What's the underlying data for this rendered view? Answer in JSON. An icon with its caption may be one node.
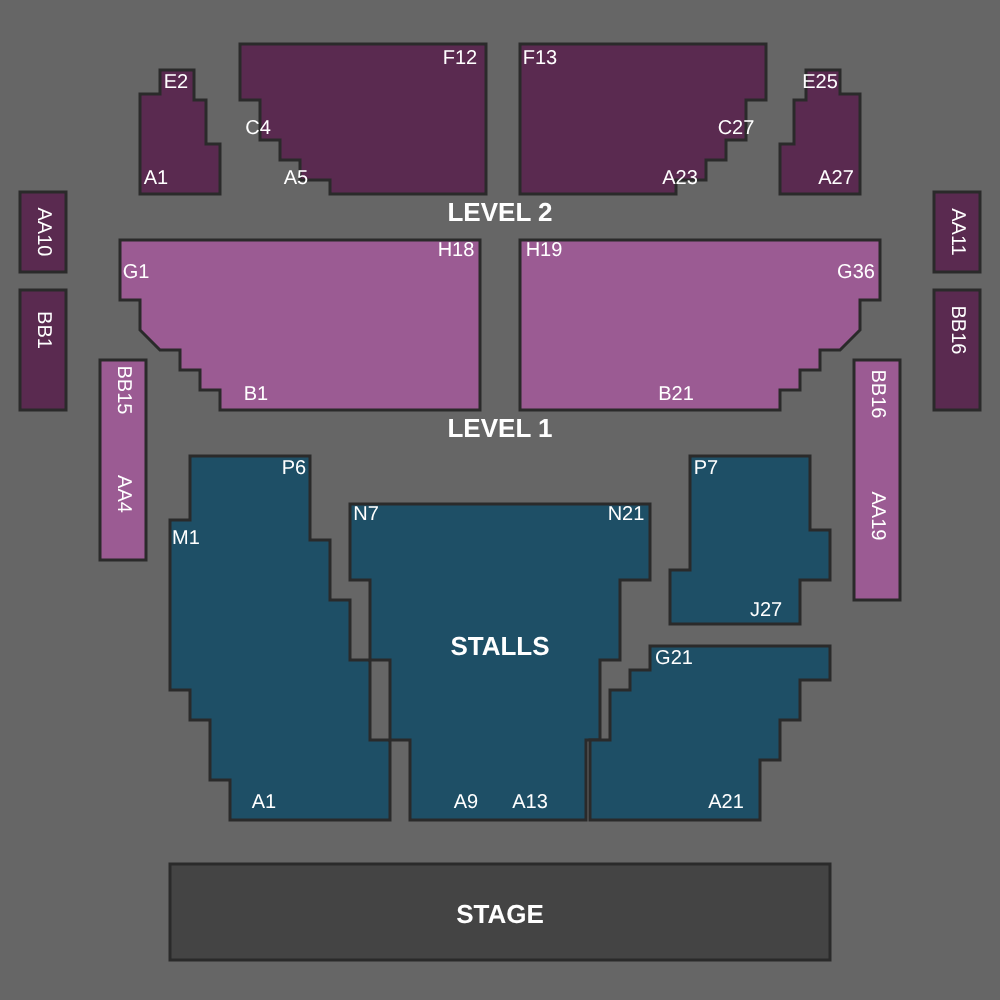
{
  "diagram": {
    "nodes": [
      {
        "text": [
          "E2",
          "A1"
        ]
      },
      {
        "text": [
          "F12",
          "C4",
          "A5"
        ]
      },
      {
        "text": [
          "F13",
          "C27",
          "A23"
        ]
      },
      {
        "text": [
          "E25",
          "A27"
        ]
      },
      {
        "text": [
          "AA10"
        ]
      },
      {
        "text": [
          "AA11"
        ]
      },
      {
        "text": [
          "G1",
          "H18",
          "B1"
        ]
      },
      {
        "text": [
          "H19",
          "G36",
          "B21"
        ]
      },
      {
        "text": [
          "BB1"
        ]
      },
      {
        "text": [
          "BB16"
        ]
      },
      {
        "text": [
          "BB15",
          "AA4"
        ]
      },
      {
        "text": [
          "BB16",
          "AA19"
        ]
      },
      {
        "text": [
          "P6",
          "M1",
          "A1"
        ]
      },
      {
        "text": [
          "N7",
          "N21",
          "STALLS",
          "A9",
          "A13"
        ]
      },
      {
        "text": [
          "P7",
          "J27"
        ]
      },
      {
        "text": [
          "G21",
          "A21"
        ]
      },
      {
        "text": [
          "STAGE"
        ]
      }
    ],
    "labels": [
      "LEVEL 2",
      "LEVEL 1"
    ]
  }
}
